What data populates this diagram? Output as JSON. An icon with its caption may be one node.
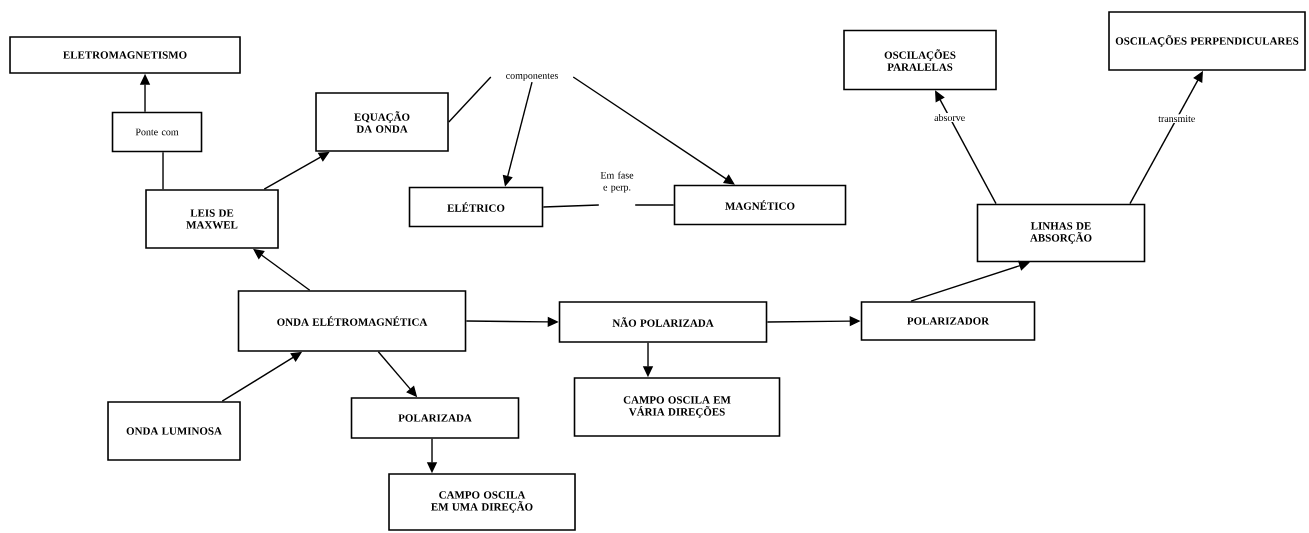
{
  "diagram": {
    "nodes": [
      {
        "text": [
          "ELETROMAGNETISMO"
        ]
      },
      {
        "text": [
          "Ponte com"
        ]
      },
      {
        "text": [
          "EQUAÇÃO DA ONDA"
        ]
      },
      {
        "text": [
          "componentes"
        ]
      },
      {
        "text": [
          "LEIS DE MAXWEL"
        ]
      },
      {
        "text": [
          "ELÉTRICO"
        ]
      },
      {
        "text": [
          "Em fase e perp."
        ]
      },
      {
        "text": [
          "MAGNÉTICO"
        ]
      },
      {
        "text": [
          "OSCILAÇÕES PARALELAS"
        ]
      },
      {
        "text": [
          "OSCILAÇÕES PERPENDICULARES"
        ]
      },
      {
        "text": [
          "LINHAS DE ABSORÇÃO"
        ]
      },
      {
        "text": [
          "ONDA ELÉTROMAGNÉTICA"
        ]
      },
      {
        "text": [
          "NÃO POLARIZADA"
        ]
      },
      {
        "text": [
          "POLARIZADOR"
        ]
      },
      {
        "text": [
          "ONDA LUMINOSA"
        ]
      },
      {
        "text": [
          "POLARIZADA"
        ]
      },
      {
        "text": [
          "CAMPO OSCILA EM VÁRIA DIREÇÕES"
        ]
      },
      {
        "text": [
          "CAMPO OSCILA EM UMA DIREÇÃO"
        ]
      }
    ],
    "edges": [
      {
        "from": 1,
        "to": 0,
        "arrow": "to"
      },
      {
        "from": 4,
        "to": 1,
        "arrow": "none"
      },
      {
        "from": 4,
        "to": 2,
        "arrow": "to"
      },
      {
        "from": 2,
        "to": 3,
        "arrow": "none"
      },
      {
        "from": 3,
        "to": 5,
        "arrow": "to"
      },
      {
        "from": 3,
        "to": 7,
        "arrow": "to"
      },
      {
        "from": 5,
        "to": 6,
        "arrow": "none"
      },
      {
        "from": 6,
        "to": 7,
        "arrow": "none"
      },
      {
        "from": 11,
        "to": 4,
        "arrow": "to"
      },
      {
        "from": 14,
        "to": 11,
        "arrow": "to"
      },
      {
        "from": 11,
        "to": 15,
        "arrow": "to"
      },
      {
        "from": 11,
        "to": 12,
        "arrow": "to"
      },
      {
        "from": 12,
        "to": 16,
        "arrow": "to"
      },
      {
        "from": 12,
        "to": 13,
        "arrow": "to"
      },
      {
        "from": 13,
        "to": 10,
        "arrow": "to"
      },
      {
        "from": 10,
        "to": 8,
        "arrow": "to",
        "label": "absorve"
      },
      {
        "from": 10,
        "to": 9,
        "arrow": "to",
        "label": "transmite"
      },
      {
        "from": 15,
        "to": 17,
        "arrow": "to"
      }
    ]
  }
}
